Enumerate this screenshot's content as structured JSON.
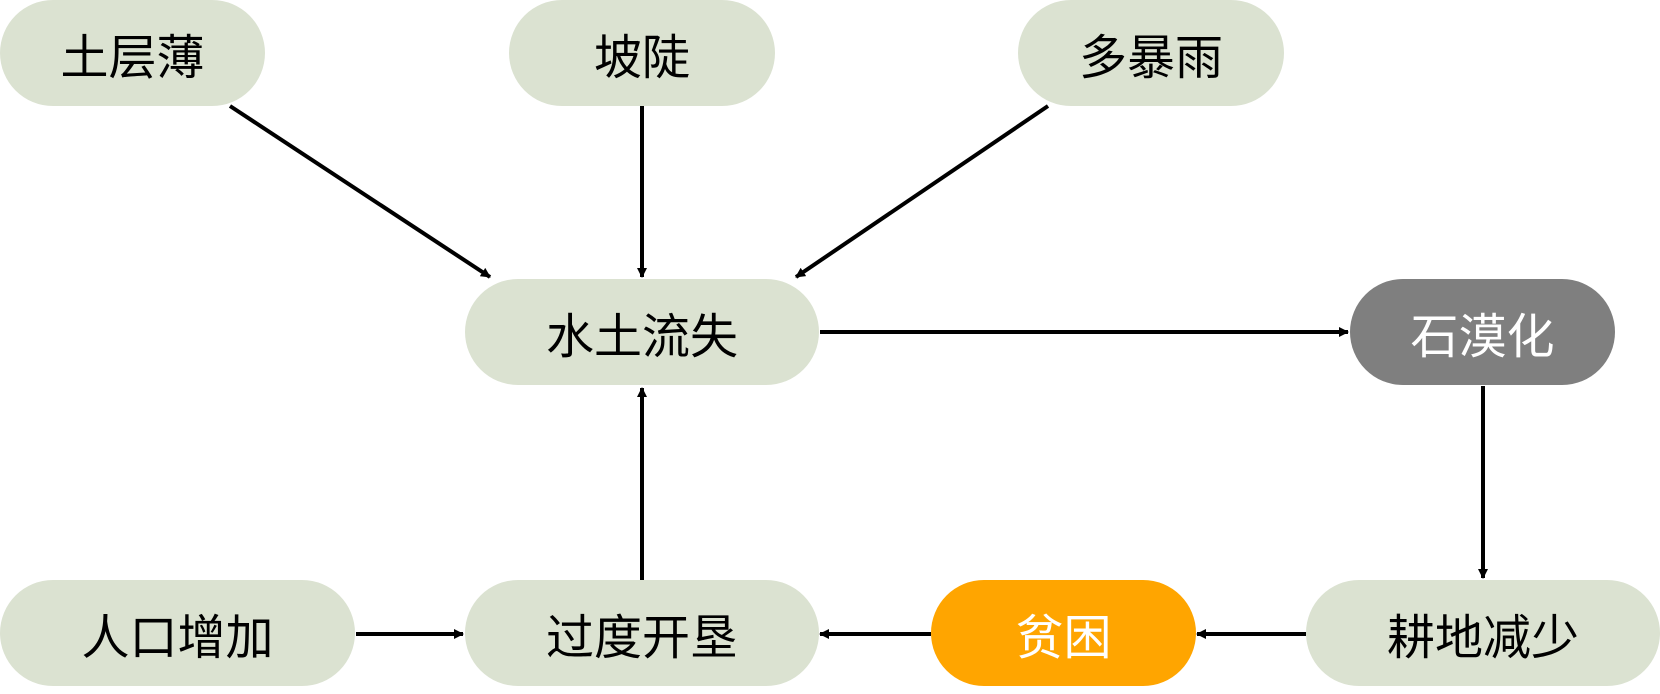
{
  "diagram": {
    "title": "",
    "colors": {
      "node_default": "#dbe2d1",
      "node_gray": "#7f7f7f",
      "node_orange": "#ffa500",
      "arrow": "#000000"
    },
    "nodes": {
      "thin_soil": {
        "label": "土层薄",
        "style": "default"
      },
      "steep_slope": {
        "label": "坡陡",
        "style": "default"
      },
      "heavy_rain": {
        "label": "多暴雨",
        "style": "default"
      },
      "soil_erosion": {
        "label": "水土流失",
        "style": "default"
      },
      "rocky_desertification": {
        "label": "石漠化",
        "style": "gray"
      },
      "population_growth": {
        "label": "人口增加",
        "style": "default"
      },
      "over_cultivation": {
        "label": "过度开垦",
        "style": "default"
      },
      "poverty": {
        "label": "贫困",
        "style": "orange"
      },
      "farmland_decrease": {
        "label": "耕地减少",
        "style": "default"
      }
    },
    "edges": [
      {
        "from": "土层薄",
        "to": "水土流失"
      },
      {
        "from": "坡陡",
        "to": "水土流失"
      },
      {
        "from": "多暴雨",
        "to": "水土流失"
      },
      {
        "from": "水土流失",
        "to": "石漠化"
      },
      {
        "from": "石漠化",
        "to": "耕地减少"
      },
      {
        "from": "耕地减少",
        "to": "贫困"
      },
      {
        "from": "贫困",
        "to": "过度开垦"
      },
      {
        "from": "人口增加",
        "to": "过度开垦"
      },
      {
        "from": "过度开垦",
        "to": "水土流失"
      }
    ]
  }
}
